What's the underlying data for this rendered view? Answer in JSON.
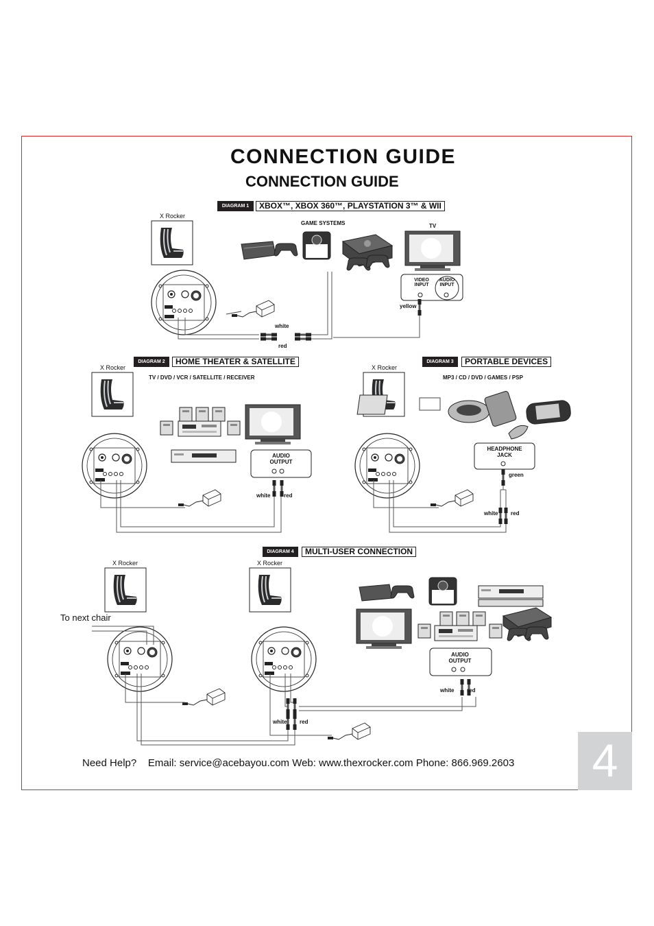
{
  "title": "CONNECTION GUIDE",
  "subtitle": "CONNECTION GUIDE",
  "diagrams": [
    {
      "tag": "DIAGRAM 1",
      "name": "XBOX™, XBOX 360™, PLAYSTATION 3™ & WII",
      "chair_label": "X Rocker",
      "devices_label": "GAME SYSTEMS",
      "tv_label": "TV",
      "video_input": "VIDEO INPUT",
      "audio_input": "AUDIO INPUT",
      "cables": [
        "yellow",
        "white",
        "red"
      ]
    },
    {
      "tag": "DIAGRAM 2",
      "name": "HOME THEATER & SATELLITE",
      "chair_label": "X Rocker",
      "devices_label": "TV / DVD / VCR / SATELLITE / RECEIVER",
      "audio_output": "AUDIO OUTPUT",
      "cables": [
        "white",
        "red"
      ]
    },
    {
      "tag": "DIAGRAM 3",
      "name": "PORTABLE DEVICES",
      "chair_label": "X Rocker",
      "devices_label": "MP3 / CD / DVD / GAMES / PSP",
      "headphone_jack": "HEADPHONE JACK",
      "cables": [
        "green",
        "white",
        "red"
      ]
    },
    {
      "tag": "DIAGRAM 4",
      "name": "MULTI-USER CONNECTION",
      "chair_label_1": "X Rocker",
      "chair_label_2": "X Rocker",
      "next_chair": "To next chair",
      "audio_output": "AUDIO OUTPUT",
      "cables": [
        "white",
        "red",
        "white",
        "red"
      ]
    }
  ],
  "footer": {
    "help": "Need Help?",
    "email": "Email: service@acebayou.com",
    "web": "Web: www.thexrocker.com",
    "phone": "Phone: 866.969.2603"
  },
  "page_number": "4",
  "colors": {
    "frame": "#d9262b",
    "tag_bg": "#231f20",
    "page_box": "#d1d3d4"
  }
}
